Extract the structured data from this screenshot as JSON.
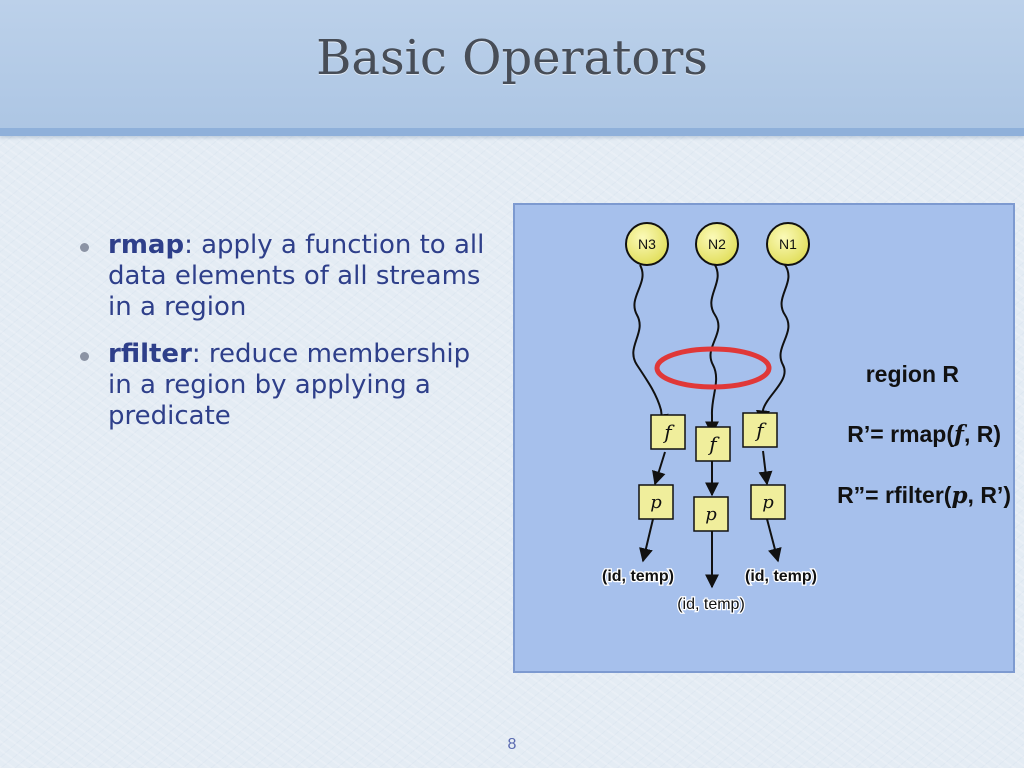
{
  "slide": {
    "title": "Basic Operators",
    "page_number": "8"
  },
  "bullets": [
    {
      "term": "rmap",
      "text": ": apply a function to all data elements of all streams in a region"
    },
    {
      "term": "rfilter",
      "text": ": reduce membership in a region by applying a predicate"
    }
  ],
  "diagram": {
    "nodes": [
      "N3",
      "N2",
      "N1"
    ],
    "function_label": "f",
    "predicate_label": "p",
    "outputs": [
      "(id, temp)",
      "(id, temp)",
      "(id, temp)"
    ],
    "annotations": {
      "region": "region R",
      "rmap_prefix": "R’= rmap(",
      "rmap_symbol": "f",
      "rmap_suffix": ", R)",
      "rfilter_prefix": "R”= rfilter(",
      "rfilter_symbol": "p",
      "rfilter_suffix": ", R’)"
    },
    "colors": {
      "panel": "#a6c0ec",
      "node_fill": "#f3f18a",
      "box_fill": "#f0ee9c",
      "region_ring": "#e03838"
    }
  }
}
